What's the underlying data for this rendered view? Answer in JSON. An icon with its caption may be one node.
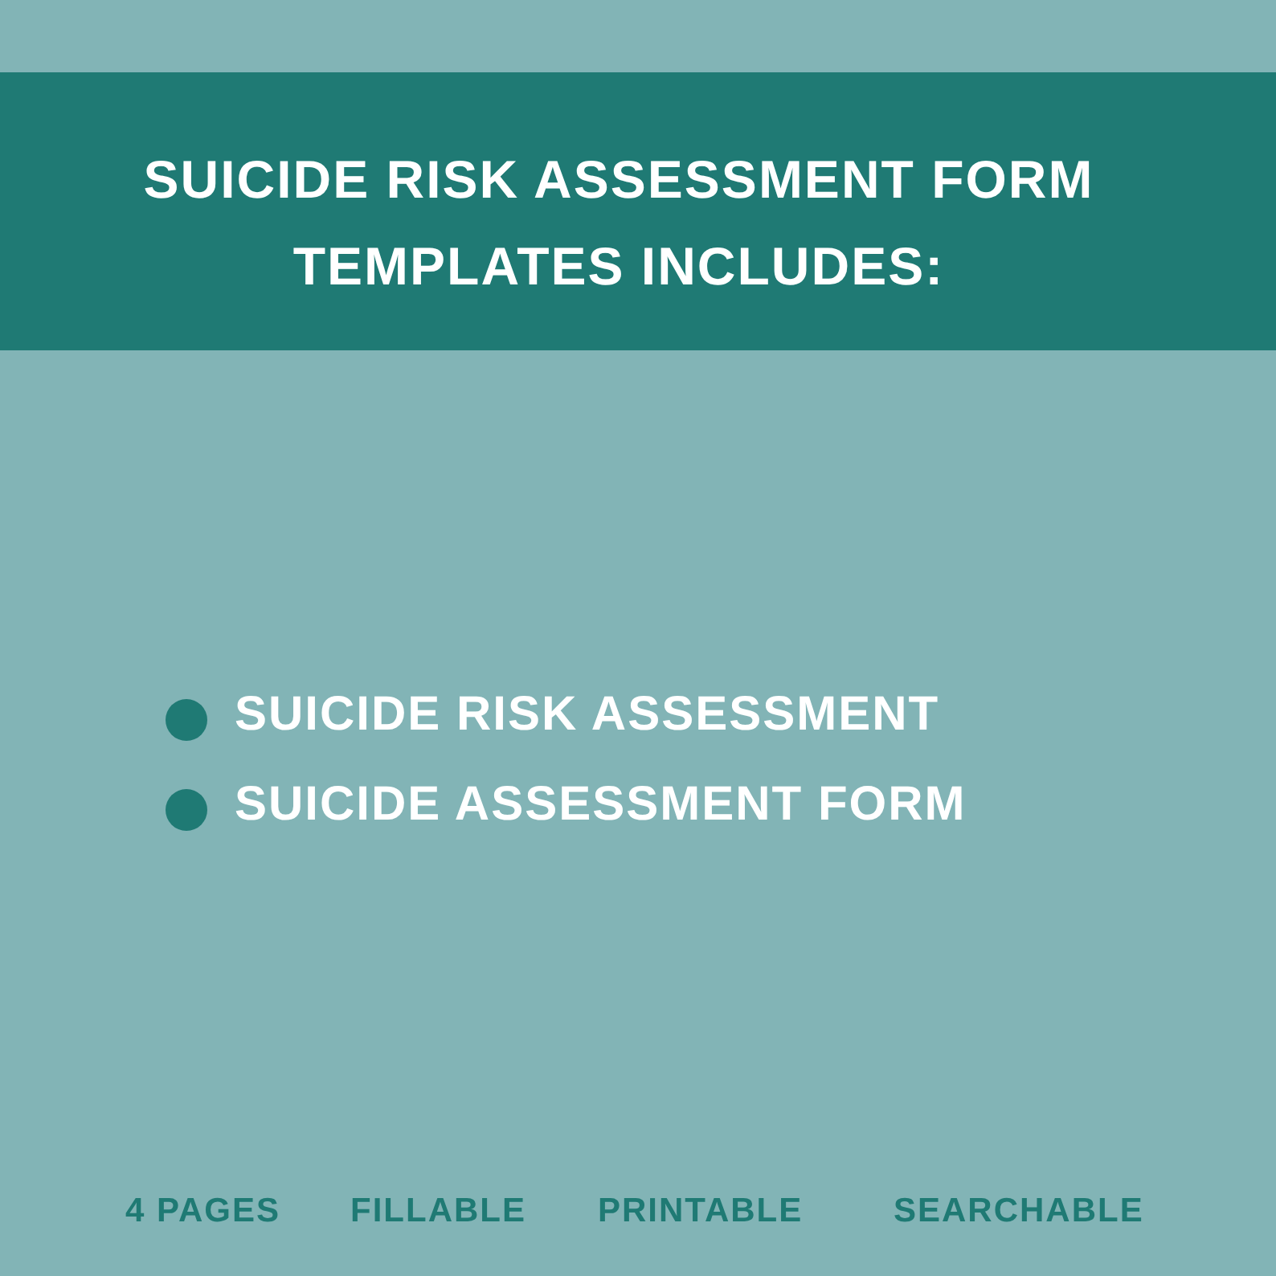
{
  "diagram": {
    "title": "SUICIDE RISK ASSESSMENT FORM TEMPLATES INCLUDES:",
    "labels": [
      "SUICIDE RISK ASSESSMENT",
      "SUICIDE ASSESSMENT FORM",
      "4 PAGES",
      "FILLABLE",
      "PRINTABLE",
      "SEARCHABLE"
    ]
  }
}
